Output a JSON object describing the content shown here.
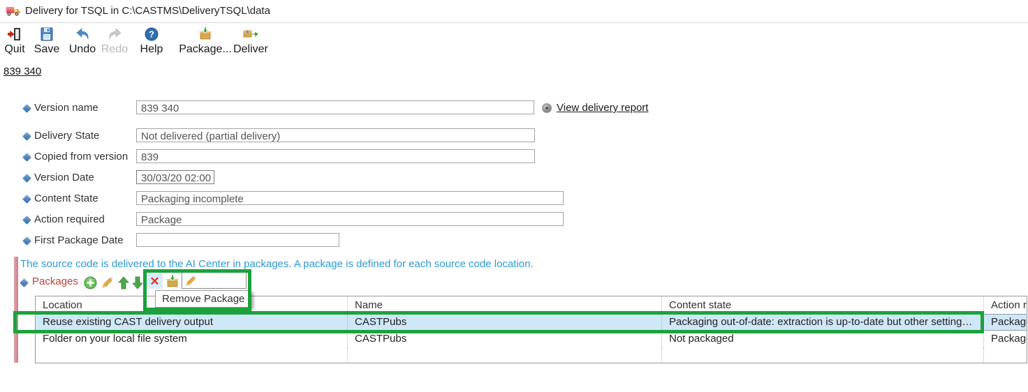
{
  "window": {
    "title": "Delivery for TSQL in C:\\CASTMS\\DeliveryTSQL\\data",
    "app_icon": "delivery-truck-icon"
  },
  "toolbar": {
    "items": [
      {
        "label": "Quit",
        "icon": "exit-door-icon",
        "enabled": true
      },
      {
        "label": "Save",
        "icon": "floppy-disk-icon",
        "enabled": true
      },
      {
        "label": "Undo",
        "icon": "undo-arrow-icon",
        "enabled": true
      },
      {
        "label": "Redo",
        "icon": "redo-arrow-icon",
        "enabled": false
      },
      {
        "label": "Help",
        "icon": "help-question-icon",
        "enabled": true
      },
      {
        "label": "Package...",
        "icon": "package-box-icon",
        "enabled": true
      },
      {
        "label": "Deliver",
        "icon": "deliver-box-icon",
        "enabled": true
      }
    ]
  },
  "version_link": "839 340",
  "form": {
    "fields": [
      {
        "label": "Version name",
        "value": "839 340"
      },
      {
        "label": "Delivery State",
        "value": "Not delivered (partial delivery)"
      },
      {
        "label": "Copied from version",
        "value": "839"
      },
      {
        "label": "Version Date",
        "value": "30/03/20 02:00"
      },
      {
        "label": "Content State",
        "value": "Packaging incomplete"
      },
      {
        "label": "Action required",
        "value": "Package"
      },
      {
        "label": "First Package Date",
        "value": ""
      }
    ],
    "view_report_link": "View delivery report"
  },
  "notice": "The source code is delivered to the AI Center in packages. A package is defined for each source code location.",
  "packages": {
    "label": "Packages",
    "toolbar_icons": [
      "add-icon",
      "edit-pencil-icon",
      "move-up-icon",
      "move-down-icon",
      "remove-x-icon",
      "add-package-icon",
      "rename-pencil-icon"
    ],
    "tooltip": "Remove Package",
    "search_value": "",
    "table": {
      "columns": [
        "Location",
        "Name",
        "Content state",
        "Action required"
      ],
      "rows": [
        {
          "location": "Reuse existing CAST delivery output",
          "name": "CASTPubs",
          "content_state": "Packaging out-of-date: extraction is up-to-date but other setting…",
          "action": "Package",
          "selected": true
        },
        {
          "location": "Folder on your local file system",
          "name": "CASTPubs",
          "content_state": "Not packaged",
          "action": "Package",
          "selected": false
        }
      ]
    }
  },
  "annotations": {
    "highlight_color": "#1ca13c",
    "notice_color": "#2e9ad2",
    "packages_label_color": "#c0403f",
    "selected_row_color": "#cfe8f8"
  }
}
